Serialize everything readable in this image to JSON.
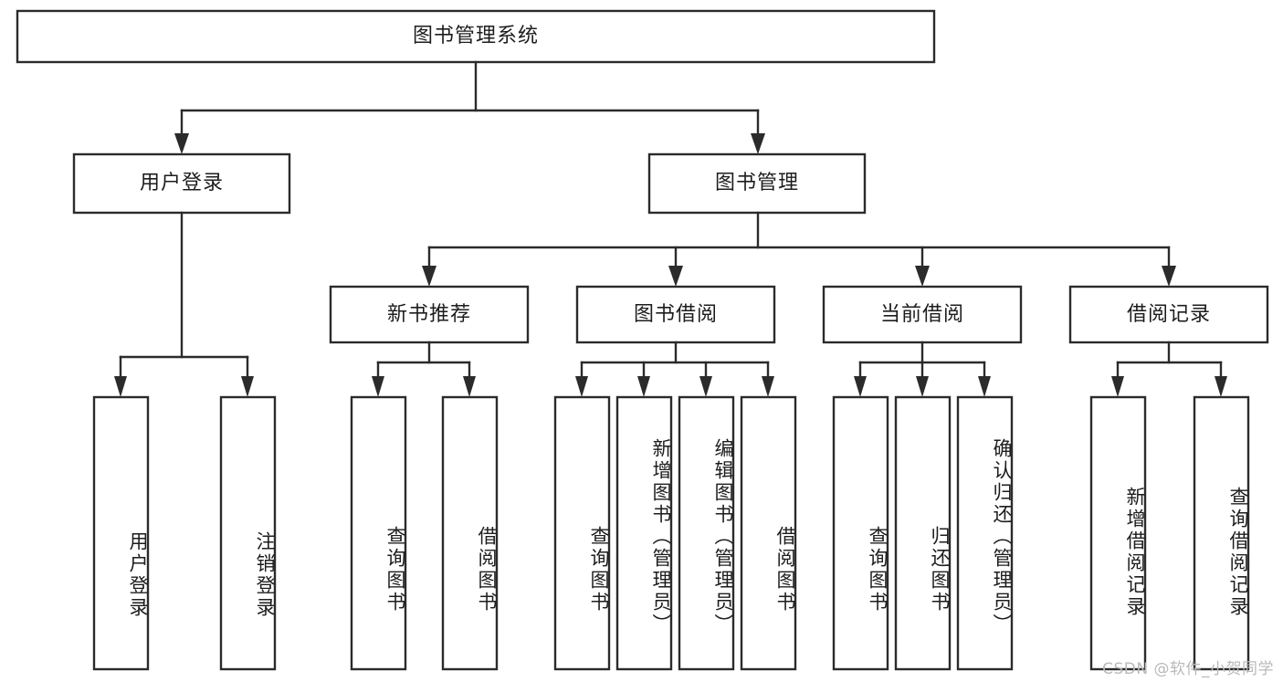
{
  "diagram": {
    "type": "tree-hierarchy",
    "title": "图书管理系统",
    "orientation": "top-down",
    "colors": {
      "box_stroke": "#2b2b2b",
      "box_fill": "#ffffff",
      "text": "#1d1d1d",
      "background": "#ffffff",
      "watermark": "#b9b9b9"
    },
    "levels": {
      "root": {
        "label": "图书管理系统"
      },
      "level2": [
        {
          "label": "用户登录"
        },
        {
          "label": "图书管理"
        }
      ],
      "level3": [
        {
          "label": "新书推荐"
        },
        {
          "label": "图书借阅"
        },
        {
          "label": "当前借阅"
        },
        {
          "label": "借阅记录"
        }
      ],
      "leaves": {
        "user_login": [
          {
            "label": "用户登录"
          },
          {
            "label": "注销登录"
          }
        ],
        "new_book_recommend": [
          {
            "label": "查询图书"
          },
          {
            "label": "借阅图书"
          }
        ],
        "book_borrow": [
          {
            "label": "查询图书"
          },
          {
            "label": "新增图书（管理员）"
          },
          {
            "label": "编辑图书（管理员）"
          },
          {
            "label": "借阅图书"
          }
        ],
        "current_borrow": [
          {
            "label": "查询图书"
          },
          {
            "label": "归还图书"
          },
          {
            "label": "确认归还（管理员）"
          }
        ],
        "borrow_records": [
          {
            "label": "新增借阅记录"
          },
          {
            "label": "查询借阅记录"
          }
        ]
      }
    },
    "watermark": "CSDN @软件_小贺同学"
  }
}
